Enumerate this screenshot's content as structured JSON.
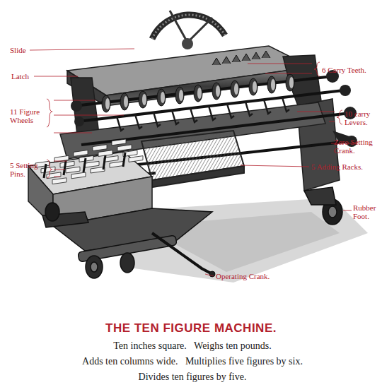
{
  "diagram": {
    "title": "THE TEN FIGURE MACHINE.",
    "labels": [
      "Slide",
      "Latch",
      "11 Figure Wheels",
      "5 Setting Pins.",
      "6 Carry Teeth.",
      "10 carry Levers.",
      "Zero Setting Crank.",
      "5 Adding Racks.",
      "Rubber Foot.",
      "Operating Crank.",
      "Ten inches square.   Weighs ten pounds.",
      "Adds ten columns wide.   Multiplies five figures by six.",
      "Divides ten figures by five."
    ]
  }
}
